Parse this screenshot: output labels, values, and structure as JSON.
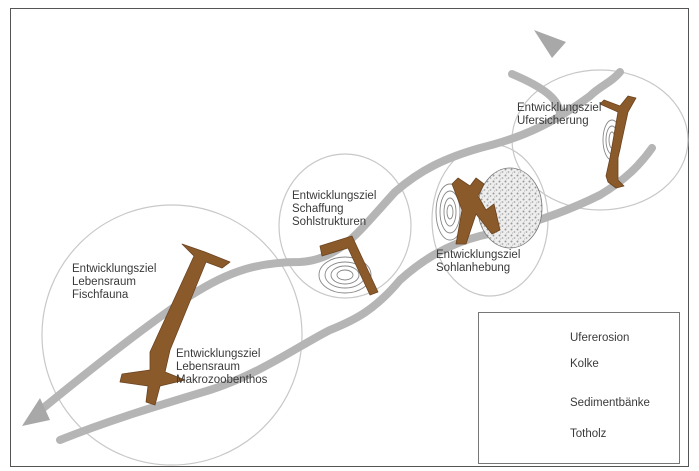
{
  "labels": {
    "fischfauna": "Entwicklungsziel\nLebensraum\nFischfauna",
    "makrozoobenthos": "Entwicklungsziel\nLebensraum\nMakrozoobenthos",
    "sohlstrukturen": "Entwicklungsziel\nSchaffung\nSohlstrukturen",
    "sohlanhebung": "Entwicklungsziel\nSohlanhebung",
    "ufersicherung": "Entwicklungsziel\nUfersicherung"
  },
  "legend": {
    "ufererosion": "Ufererosion",
    "kolke": "Kolke",
    "sedimentbaenke": "Sedimentbänke",
    "totholz": "Totholz"
  },
  "colors": {
    "river": "#b5b5b5",
    "wood": "#8b5a2b",
    "erosion": "#e02020",
    "circle": "#c8c8c8",
    "pool": "#888888"
  }
}
